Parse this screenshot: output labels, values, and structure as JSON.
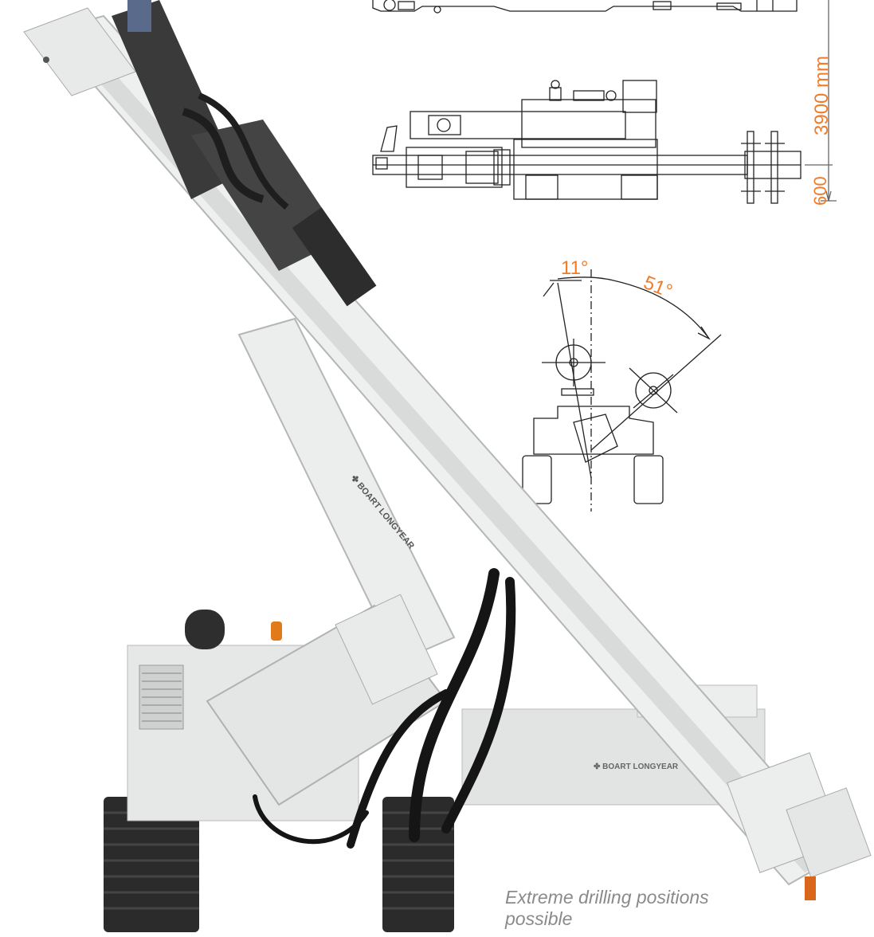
{
  "drawing": {
    "height_dimension": "3900 mm",
    "ground_dimension": "600",
    "angle_left": "11°",
    "angle_right": "51°"
  },
  "caption": "Extreme drilling positions possible",
  "machine": {
    "brand_text": "BOART LONGYEAR"
  },
  "colors": {
    "dimension_accent": "#f07c2a",
    "caption_text": "#8a8a8a",
    "machine_body": "#eef0ef",
    "track": "#2b2b2b"
  }
}
